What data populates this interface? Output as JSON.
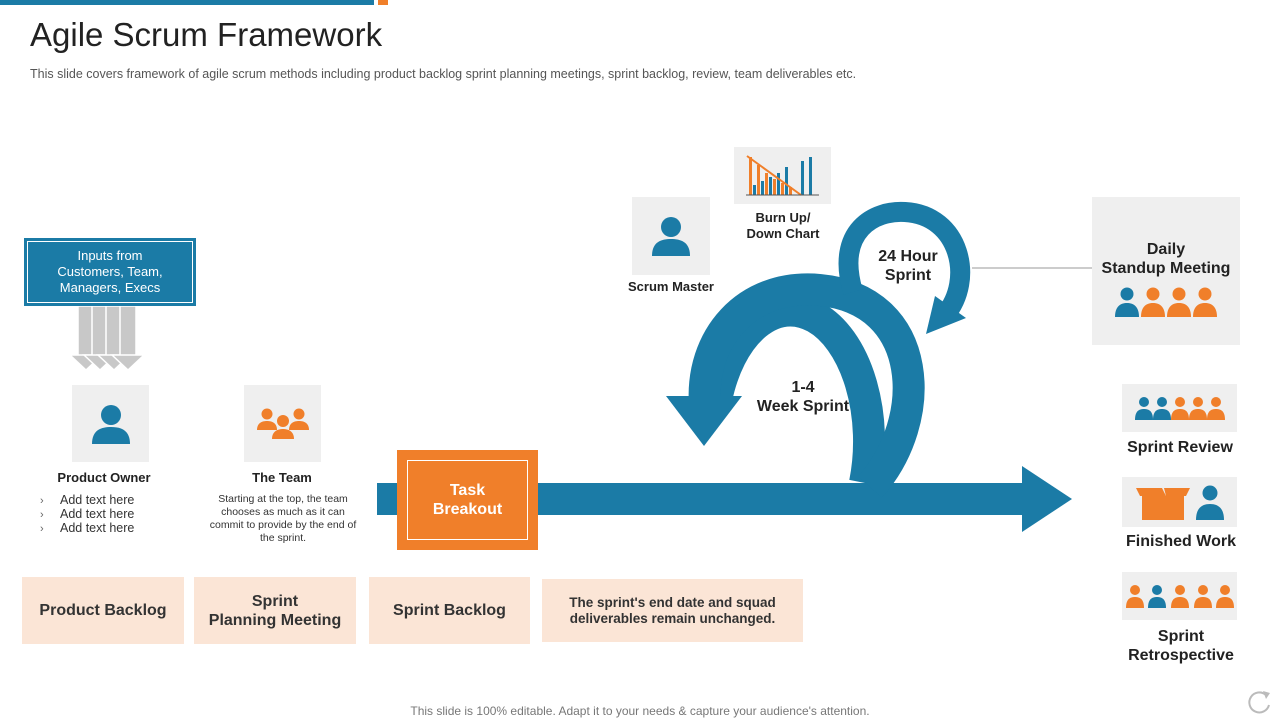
{
  "header": {
    "title": "Agile Scrum Framework",
    "subtitle": "This slide covers framework of agile scrum methods including product backlog sprint planning meetings, sprint backlog, review, team deliverables  etc."
  },
  "inputs_box": {
    "text": "Inputs from\nCustomers, Team,\nManagers, Execs"
  },
  "product_owner": {
    "label": "Product Owner",
    "bullets": [
      "Add text here",
      "Add text here",
      "Add text here"
    ]
  },
  "team": {
    "label": "The Team",
    "description": "Starting at the top, the team chooses as much as it can commit to provide by the end of the sprint."
  },
  "task_breakout": {
    "label": "Task\nBreakout"
  },
  "scrum_master": {
    "label": "Scrum Master"
  },
  "burn_chart": {
    "label": "Burn Up/\nDown Chart"
  },
  "sprint_24h": {
    "label": "24 Hour\nSprint"
  },
  "sprint_week": {
    "label": "1-4\nWeek Sprint"
  },
  "daily_standup": {
    "label": "Daily\nStandup Meeting"
  },
  "outputs": {
    "review": "Sprint Review",
    "finished": "Finished Work",
    "retro": "Sprint\nRetrospective"
  },
  "backlog_boxes": {
    "product_backlog": "Product Backlog",
    "sprint_planning": "Sprint\nPlanning Meeting",
    "sprint_backlog": "Sprint Backlog",
    "note": "The sprint's  end date and squad\ndeliverables remain unchanged."
  },
  "footer": {
    "text": "This slide is 100% editable. Adapt it to your needs & capture your audience's attention."
  },
  "colors": {
    "blue": "#1b7ba6",
    "orange": "#f07f2a",
    "peach": "#fbe5d6",
    "gray_box": "#efefef"
  },
  "icons": [
    "person-icon",
    "team-icon",
    "bar-chart-icon",
    "group-icon",
    "box-icon",
    "refresh-icon"
  ]
}
